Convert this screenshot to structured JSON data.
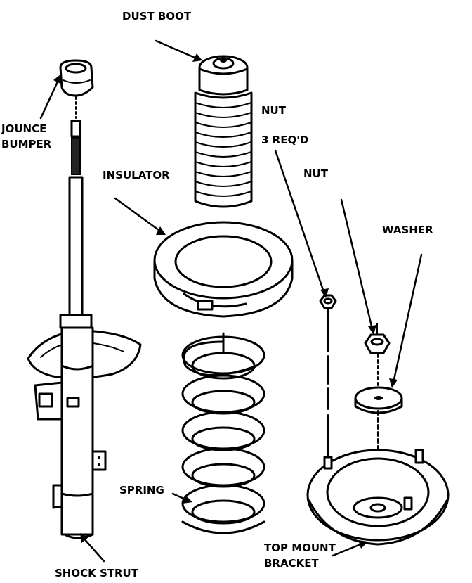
{
  "labels": {
    "dust_boot": "DUST BOOT",
    "jounce_bumper_line1": "JOUNCE",
    "jounce_bumper_line2": "BUMPER",
    "insulator": "INSULATOR",
    "nut_top": "NUT",
    "nut_req": "3 REQ'D",
    "nut_right": "NUT",
    "washer": "WASHER",
    "spring": "SPRING",
    "top_mount_line1": "TOP MOUNT",
    "top_mount_line2": "BRACKET",
    "shock_strut": "SHOCK STRUT"
  }
}
